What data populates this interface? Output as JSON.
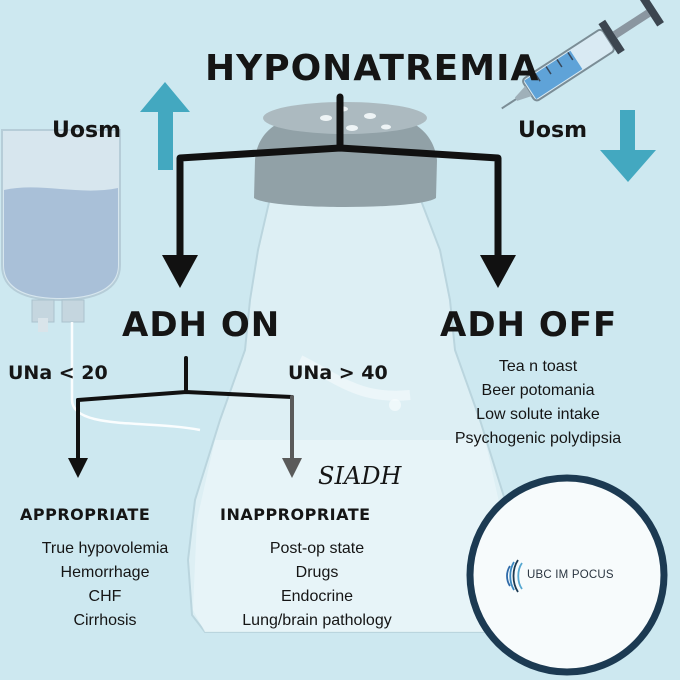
{
  "title": "HYPONATREMIA",
  "left_branch": {
    "uosm_label": "Uosm",
    "heading": "ADH ON",
    "left_sub": {
      "una_label": "UNa < 20",
      "category": "APPROPRIATE",
      "items": [
        "True hypovolemia",
        "Hemorrhage",
        "CHF",
        "Cirrhosis"
      ]
    },
    "right_sub": {
      "una_label": "UNa > 40",
      "annotation": "SIADH",
      "category": "INAPPROPRIATE",
      "items": [
        "Post-op state",
        "Drugs",
        "Endocrine",
        "Lung/brain pathology"
      ]
    }
  },
  "right_branch": {
    "uosm_label": "Uosm",
    "heading": "ADH OFF",
    "items": [
      "Tea n toast",
      "Beer potomania",
      "Low solute intake",
      "Psychogenic polydipsia"
    ]
  },
  "logo": {
    "text": "UBC IM POCUS"
  },
  "icons": [
    "saline-bag-icon",
    "syringe-icon",
    "salt-shaker-icon",
    "arrow-up-icon",
    "arrow-down-icon"
  ],
  "colors": {
    "background": "#cde8f0",
    "arrow_teal": "#43a8c0",
    "flow_arrow": "#111111",
    "sub_arrow_gray": "#5a5a5a",
    "logo_ring": "#1c3a52"
  }
}
